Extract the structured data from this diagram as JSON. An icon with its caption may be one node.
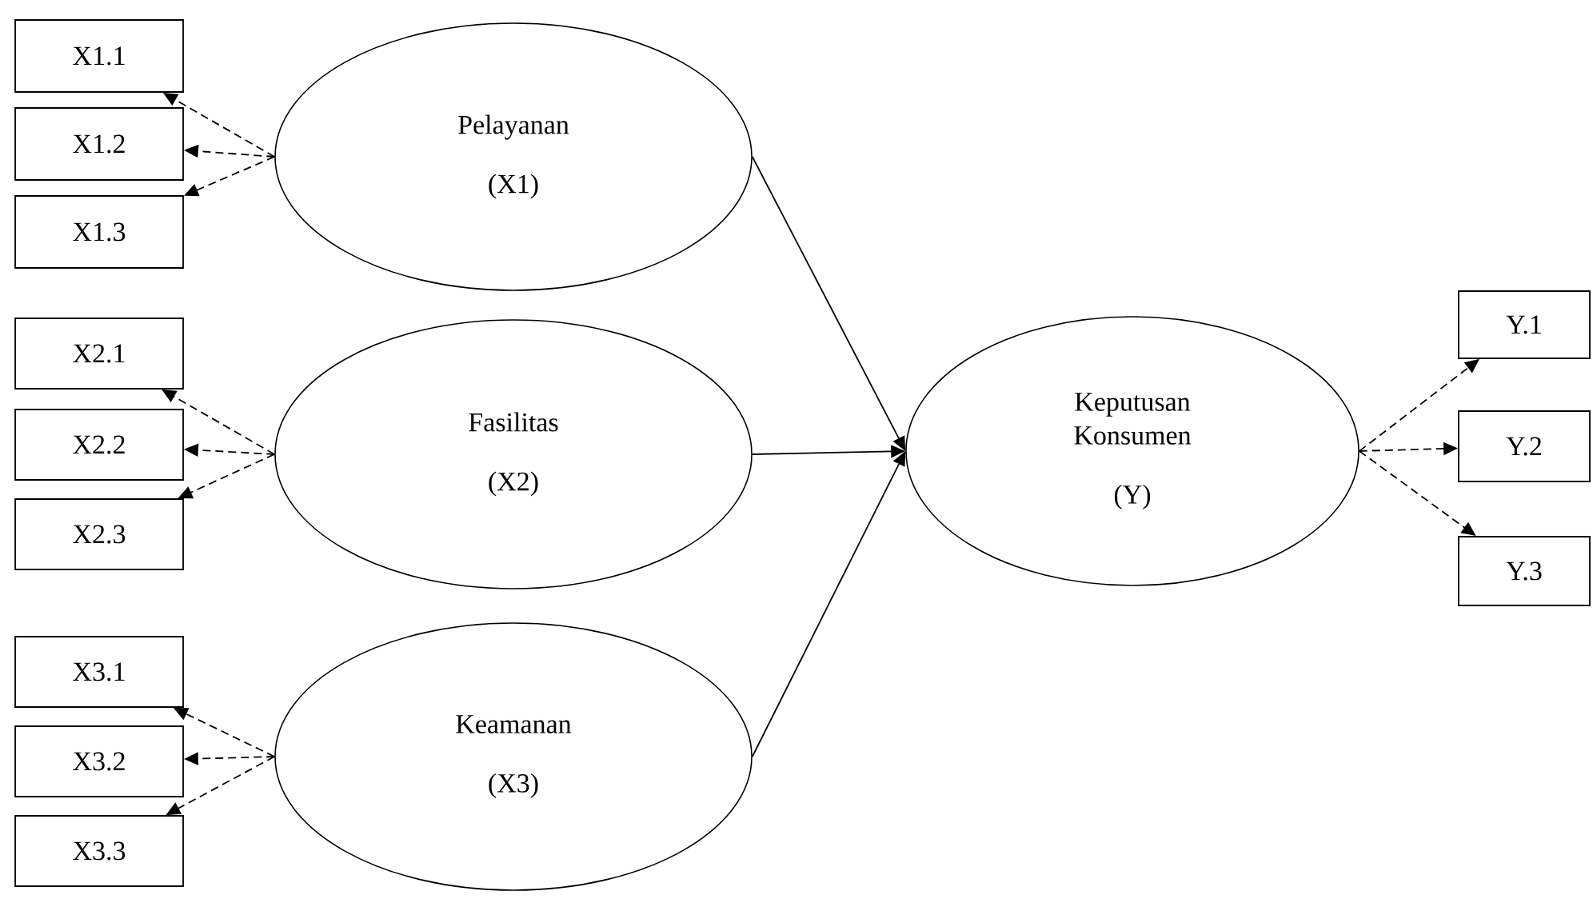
{
  "diagram": {
    "nodes": [
      {
        "text": [
          "X1.1"
        ]
      },
      {
        "text": [
          "X1.2"
        ]
      },
      {
        "text": [
          "X1.3"
        ]
      },
      {
        "text": [
          "Pelayanan",
          "(X1)"
        ]
      },
      {
        "text": [
          "X2.1"
        ]
      },
      {
        "text": [
          "X2.2"
        ]
      },
      {
        "text": [
          "X2.3"
        ]
      },
      {
        "text": [
          "Fasilitas",
          "(X2)"
        ]
      },
      {
        "text": [
          "X3.1"
        ]
      },
      {
        "text": [
          "X3.2"
        ]
      },
      {
        "text": [
          "X3.3"
        ]
      },
      {
        "text": [
          "Keamanan",
          "(X3)"
        ]
      },
      {
        "text": [
          "Keputusan Konsumen",
          "(Y)"
        ]
      },
      {
        "text": [
          "Y.1"
        ]
      },
      {
        "text": [
          "Y.2"
        ]
      },
      {
        "text": [
          "Y.3"
        ]
      }
    ],
    "edges": [
      {
        "from": 3,
        "to": 0,
        "arrow": "to",
        "style": "dashed"
      },
      {
        "from": 3,
        "to": 1,
        "arrow": "to",
        "style": "dashed"
      },
      {
        "from": 3,
        "to": 2,
        "arrow": "to",
        "style": "dashed"
      },
      {
        "from": 7,
        "to": 4,
        "arrow": "to",
        "style": "dashed"
      },
      {
        "from": 7,
        "to": 5,
        "arrow": "to",
        "style": "dashed"
      },
      {
        "from": 7,
        "to": 6,
        "arrow": "to",
        "style": "dashed"
      },
      {
        "from": 11,
        "to": 8,
        "arrow": "to",
        "style": "dashed"
      },
      {
        "from": 11,
        "to": 9,
        "arrow": "to",
        "style": "dashed"
      },
      {
        "from": 11,
        "to": 10,
        "arrow": "to",
        "style": "dashed"
      },
      {
        "from": 3,
        "to": 12,
        "arrow": "to"
      },
      {
        "from": 7,
        "to": 12,
        "arrow": "to"
      },
      {
        "from": 11,
        "to": 12,
        "arrow": "to"
      },
      {
        "from": 12,
        "to": 13,
        "arrow": "to",
        "style": "dashed"
      },
      {
        "from": 12,
        "to": 14,
        "arrow": "to",
        "style": "dashed"
      },
      {
        "from": 12,
        "to": 15,
        "arrow": "to",
        "style": "dashed"
      }
    ]
  }
}
